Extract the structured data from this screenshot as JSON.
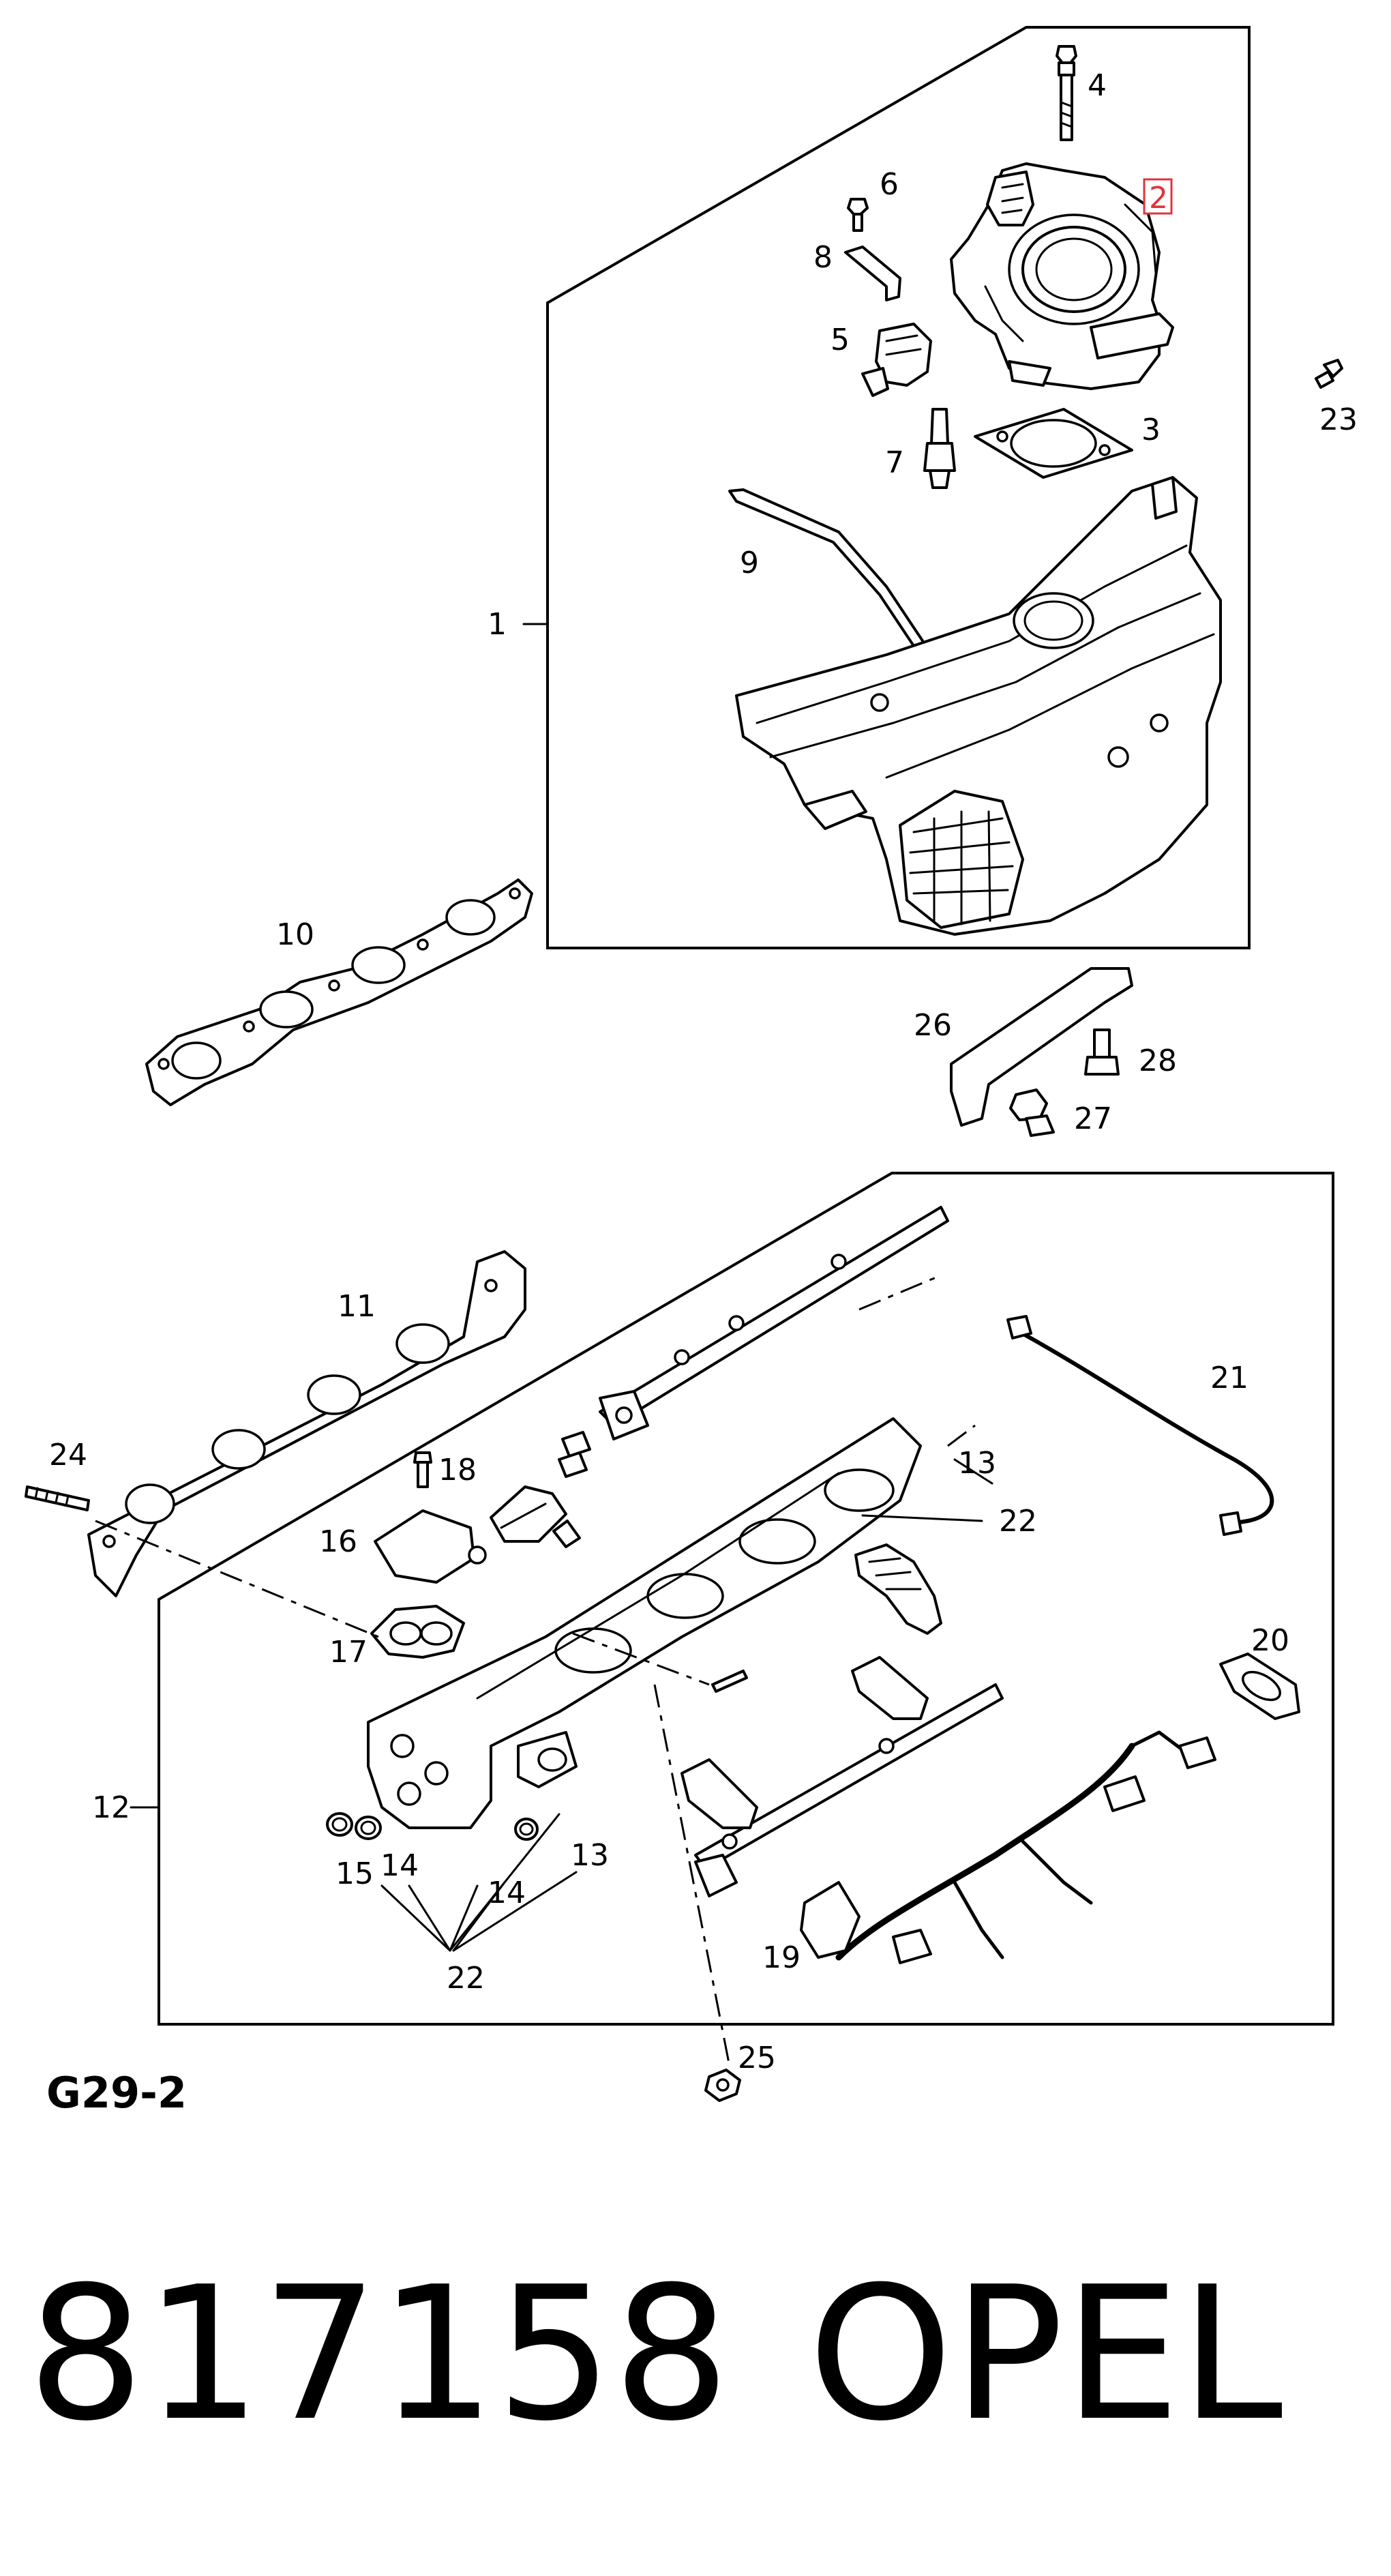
{
  "diagram_code": "G29-2",
  "part_number": "817158",
  "brand": "OPEL",
  "highlighted_callout": "2",
  "callouts": {
    "c1": "1",
    "c2": "2",
    "c3": "3",
    "c4": "4",
    "c5": "5",
    "c6": "6",
    "c7": "7",
    "c8": "8",
    "c9": "9",
    "c10": "10",
    "c11": "11",
    "c12": "12",
    "c13a": "13",
    "c13b": "13",
    "c14a": "14",
    "c14b": "14",
    "c15": "15",
    "c16": "16",
    "c17": "17",
    "c18": "18",
    "c19": "19",
    "c20": "20",
    "c21": "21",
    "c22a": "22",
    "c22b": "22",
    "c23": "23",
    "c24": "24",
    "c25": "25",
    "c26": "26",
    "c27": "27",
    "c28": "28"
  },
  "colors": {
    "highlight": "#e0343c",
    "line": "#000000"
  }
}
